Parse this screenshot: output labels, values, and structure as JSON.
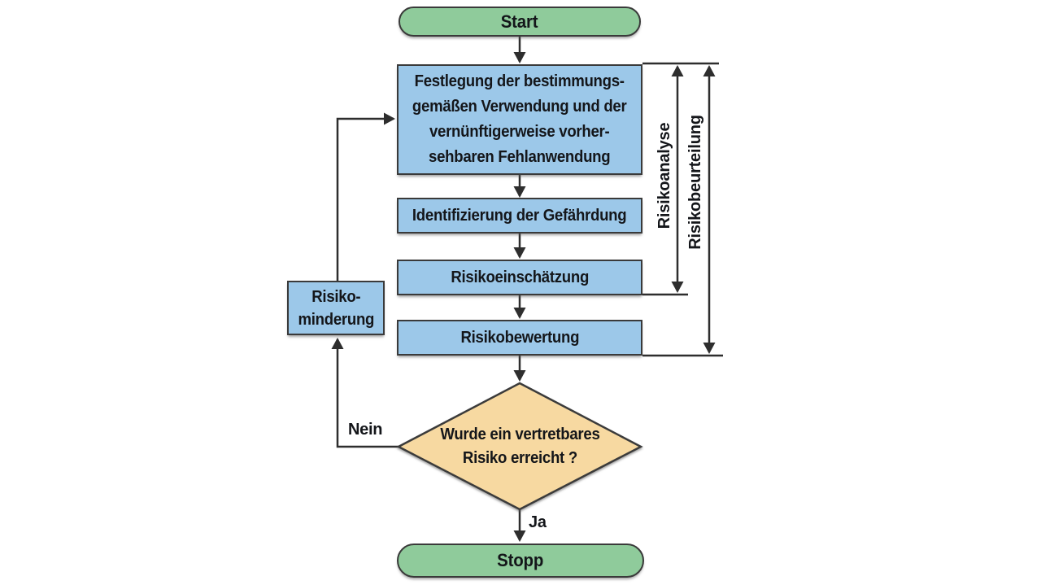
{
  "flowchart": {
    "start_label": "Start",
    "stop_label": "Stopp",
    "process_use_definition": "Festlegung der bestimmungs-\ngemäßen Verwendung und der\nvernünftigerweise vorher-\nsehbaren Fehlanwendung",
    "process_hazard_identification": "Identifizierung der Gefährdung",
    "process_risk_estimation": "Risikoeinschätzung",
    "process_risk_evaluation": "Risikobewertung",
    "decision_question": "Wurde ein vertretbares\nRisiko erreicht ?",
    "process_risk_reduction": "Risiko-\nminderung",
    "edge_no_label": "Nein",
    "edge_yes_label": "Ja",
    "bracket_risk_analysis": "Risikoanalyse",
    "bracket_risk_assessment": "Risikobeurteilung",
    "colors": {
      "terminal_fill": "#8fcb9b",
      "process_fill": "#9cc8e9",
      "decision_fill": "#f7d9a1",
      "outline": "#3a3a3a",
      "connector": "#2e2e2e"
    }
  }
}
